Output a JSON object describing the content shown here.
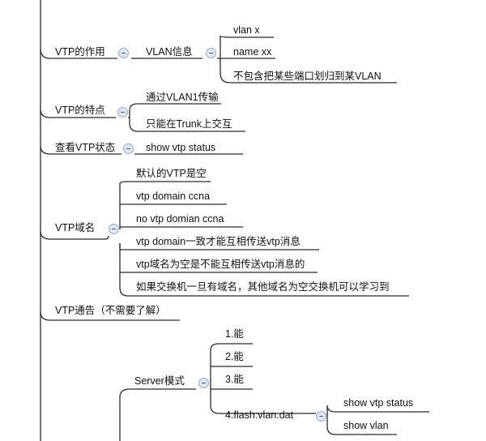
{
  "mindmap": {
    "vtp_role": {
      "label": "VTP的作用",
      "vlan_info": {
        "label": "VLAN信息",
        "items": [
          "vlan x",
          "name xx",
          "不包含把某些端口划归到某VLAN"
        ]
      }
    },
    "vtp_features": {
      "label": "VTP的特点",
      "items": [
        "通过VLAN1传输",
        "只能在Trunk上交互"
      ]
    },
    "view_status": {
      "label": "查看VTP状态",
      "items": [
        "show vtp status"
      ]
    },
    "vtp_domain": {
      "label": "VTP域名",
      "items": [
        "默认的VTP是空",
        "vtp domain ccna",
        "no vtp domian ccna",
        "vtp domain一致才能互相传送vtp消息",
        "vtp域名为空是不能互相传送vtp消息的",
        "如果交换机一旦有域名，其他域名为空交换机可以学习到"
      ]
    },
    "vtp_advert": {
      "label": "VTP通告（不需要了解）"
    },
    "server_mode": {
      "label": "Server模式",
      "items": [
        "1.能",
        "2.能",
        "3.能",
        "4.flash:vlan.dat"
      ],
      "flash_items": [
        "show vtp status",
        "show vlan"
      ]
    }
  }
}
